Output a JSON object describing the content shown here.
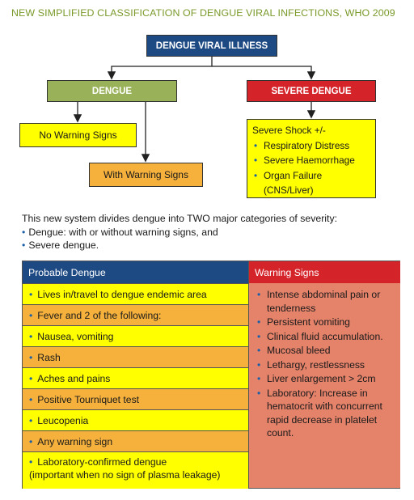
{
  "title": "NEW SIMPLIFIED CLASSIFICATION OF DENGUE VIRAL INFECTIONS, WHO 2009",
  "diagram": {
    "root": "DENGUE VIRAL ILLNESS",
    "dengue": "DENGUE",
    "severe": "SEVERE DENGUE",
    "no_warning": "No Warning Signs",
    "with_warning": "With Warning Signs",
    "severe_list": {
      "heading": "Severe Shock +/-",
      "items": [
        "Respiratory Distress",
        "Severe Haemorrhage",
        "Organ Failure"
      ],
      "sub": "(CNS/Liver)"
    }
  },
  "intro": {
    "line": "This new system divides dengue into TWO major categories of severity:",
    "bullets": [
      "Dengue: with or without warning signs, and",
      "Severe dengue."
    ]
  },
  "table": {
    "left_header": "Probable Dengue",
    "right_header": "Warning Signs",
    "left_rows": [
      "Lives in/travel to dengue endemic area",
      "Fever and 2 of the following:",
      "Nausea, vomiting",
      "Rash",
      "Aches and pains",
      "Positive Tourniquet test",
      "Leucopenia",
      "Any warning sign",
      "Laboratory-confirmed dengue"
    ],
    "left_last_note": "(important when no sign of plasma leakage)",
    "right_items": [
      "Intense abdominal pain or tenderness",
      "Persistent vomiting",
      "Clinical fluid accumulation.",
      "Mucosal bleed",
      "Lethargy, restlessness",
      "Liver enlargement > 2cm",
      "Laboratory: Increase in hematocrit with concurrent rapid decrease in platelet count."
    ]
  },
  "bullet_glyph": "•",
  "colors": {
    "navy": "#1e4a84",
    "green": "#99b25a",
    "red": "#d5232a",
    "yellow": "#ffff00",
    "orange": "#f6b13c",
    "salmon": "#e4826a",
    "title_green": "#7a9a2a"
  }
}
